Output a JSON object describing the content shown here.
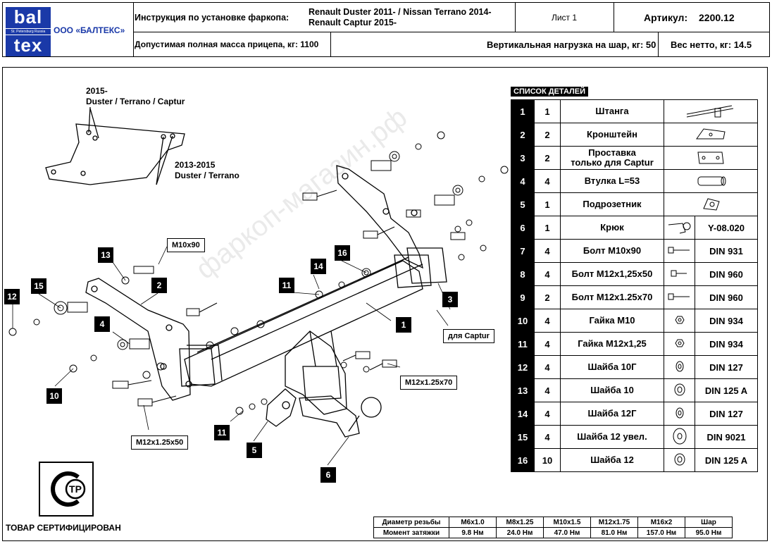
{
  "header": {
    "logo_line1": "bal",
    "logo_small": "St. Petersburg Russia",
    "logo_line2": "tex",
    "company": "ООО «БАЛТЕКС»",
    "instr_label": "Инструкция по установке фаркопа:",
    "models_line1": "Renault Duster 2011- / Nissan Terrano 2014-",
    "models_line2": "Renault Captur 2015-",
    "sheet": "Лист 1",
    "article_label": "Артикул:",
    "article_value": "2200.12",
    "trailer_mass": "Допустимая полная масса прицепа, кг: 1100",
    "vertical_load": "Вертикальная нагрузка на шар, кг: 50",
    "net_weight": "Вес нетто, кг: 14.5"
  },
  "parts": {
    "title": "СПИСОК ДЕТАЛЕЙ",
    "rows": [
      {
        "num": "1",
        "qty": "1",
        "name": "Штанга",
        "code": ""
      },
      {
        "num": "2",
        "qty": "2",
        "name": "Кронштейн",
        "code": ""
      },
      {
        "num": "3",
        "qty": "2",
        "name": "Проставка",
        "name2": "только для Captur",
        "code": ""
      },
      {
        "num": "4",
        "qty": "4",
        "name": "Втулка L=53",
        "code": ""
      },
      {
        "num": "5",
        "qty": "1",
        "name": "Подрозетник",
        "code": ""
      },
      {
        "num": "6",
        "qty": "1",
        "name": "Крюк",
        "code": "Y-08.020"
      },
      {
        "num": "7",
        "qty": "4",
        "name": "Болт М10х90",
        "code": "DIN 931"
      },
      {
        "num": "8",
        "qty": "4",
        "name": "Болт М12х1,25х50",
        "code": "DIN 960"
      },
      {
        "num": "9",
        "qty": "2",
        "name": "Болт М12х1.25х70",
        "code": "DIN 960"
      },
      {
        "num": "10",
        "qty": "4",
        "name": "Гайка М10",
        "code": "DIN 934"
      },
      {
        "num": "11",
        "qty": "4",
        "name": "Гайка М12х1,25",
        "code": "DIN 934"
      },
      {
        "num": "12",
        "qty": "4",
        "name": "Шайба 10Г",
        "code": "DIN 127"
      },
      {
        "num": "13",
        "qty": "4",
        "name": "Шайба 10",
        "code": "DIN 125 A"
      },
      {
        "num": "14",
        "qty": "4",
        "name": "Шайба 12Г",
        "code": "DIN 127"
      },
      {
        "num": "15",
        "qty": "4",
        "name": "Шайба 12 увел.",
        "code": "DIN 9021"
      },
      {
        "num": "16",
        "qty": "10",
        "name": "Шайба 12",
        "code": "DIN 125 A"
      }
    ]
  },
  "drawing": {
    "variant_2015": "2015-",
    "variant_2015_models": "Duster / Terrano / Captur",
    "variant_2013": "2013-2015",
    "variant_2013_models": "Duster / Terrano",
    "m10x90": "M10x90",
    "m12x70": "M12x1.25x70",
    "m12x50": "M12x1.25x50",
    "for_captur": "для Captur",
    "callouts": [
      "1",
      "2",
      "3",
      "4",
      "5",
      "6",
      "10",
      "11",
      "11",
      "12",
      "13",
      "14",
      "15",
      "16"
    ],
    "watermark": "фаркоп-магазин.рф"
  },
  "torque": {
    "row1_label": "Диаметр резьбы",
    "row2_label": "Момент затяжки",
    "sizes": [
      "M6x1.0",
      "M8x1.25",
      "M10x1.5",
      "M12x1.75",
      "M16x2",
      "Шар"
    ],
    "values": [
      "9.8 Нм",
      "24.0 Нм",
      "47.0 Нм",
      "81.0 Нм",
      "157.0 Нм",
      "95.0 Нм"
    ]
  },
  "certification": "ТОВАР СЕРТИФИЦИРОВАН",
  "cert_mark": "ТР"
}
